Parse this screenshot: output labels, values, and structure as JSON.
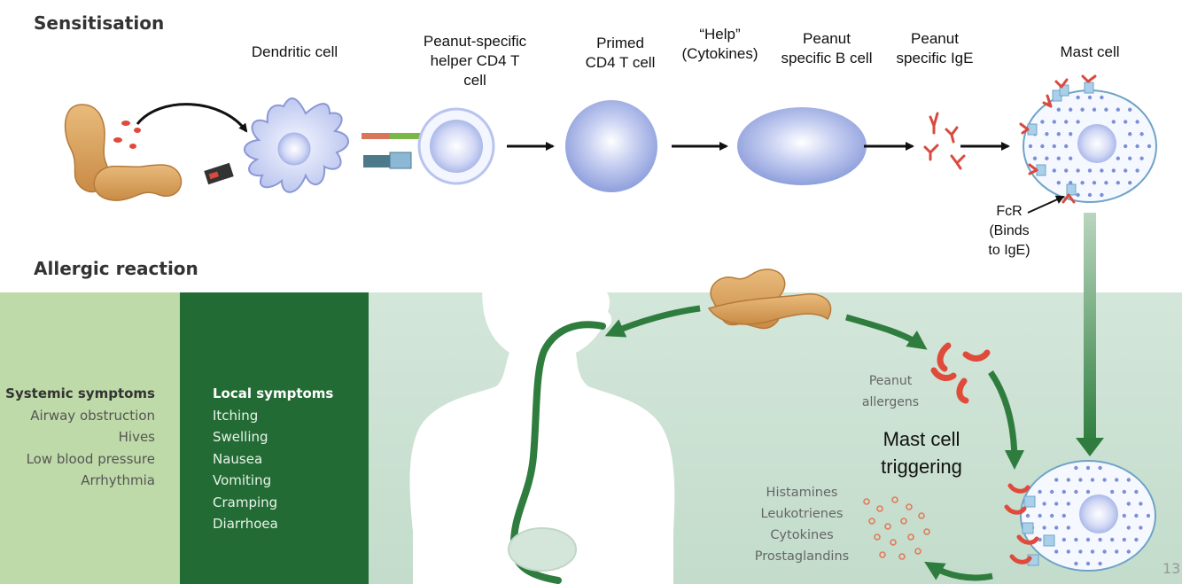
{
  "sections": {
    "sensitisation": "Sensitisation",
    "allergic_reaction": "Allergic reaction"
  },
  "labels": {
    "dendritic_cell": "Dendritic cell",
    "helper_t_cell": [
      "Peanut-specific",
      "helper CD4 T",
      "cell"
    ],
    "primed_t_cell": [
      "Primed",
      "CD4 T cell"
    ],
    "help": [
      "“Help”",
      "(Cytokines)"
    ],
    "b_cell": [
      "Peanut",
      "specific B cell"
    ],
    "ige": [
      "Peanut",
      "specific IgE"
    ],
    "mast_cell": "Mast cell",
    "fcr": [
      "FcR",
      "(Binds",
      "to IgE)"
    ]
  },
  "systemic": {
    "title": "Systemic symptoms",
    "items": [
      "Airway obstruction",
      "Hives",
      "Low blood pressure",
      "Arrhythmia"
    ]
  },
  "local": {
    "title": "Local symptoms",
    "items": [
      "Itching",
      "Swelling",
      "Nausea",
      "Vomiting",
      "Cramping",
      "Diarrhoea"
    ]
  },
  "reaction": {
    "peanut_allergens": [
      "Peanut",
      "allergens"
    ],
    "mast_cell_triggering": [
      "Mast cell",
      "triggering"
    ],
    "mediators": [
      "Histamines",
      "Leukotrienes",
      "Cytokines",
      "Prostaglandins"
    ]
  },
  "page_number": "13",
  "colors": {
    "light_green": "#bedaa8",
    "dark_green": "#236b35",
    "pale_teal": "#c9dfd1",
    "arrow_green": "#2e7d3e",
    "cell_blue": "#9aa9e0",
    "ige_red": "#d94a3e"
  }
}
